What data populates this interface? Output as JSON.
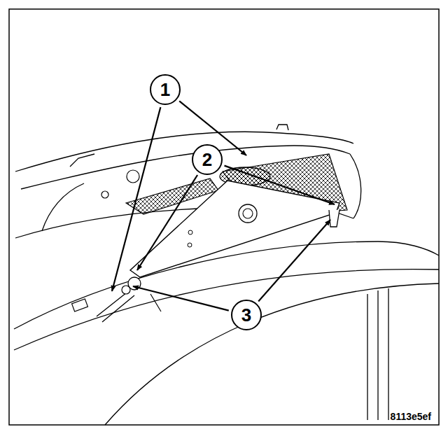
{
  "diagram": {
    "labels": [
      "1",
      "2",
      "3",
      "8113e5ef"
    ]
  }
}
